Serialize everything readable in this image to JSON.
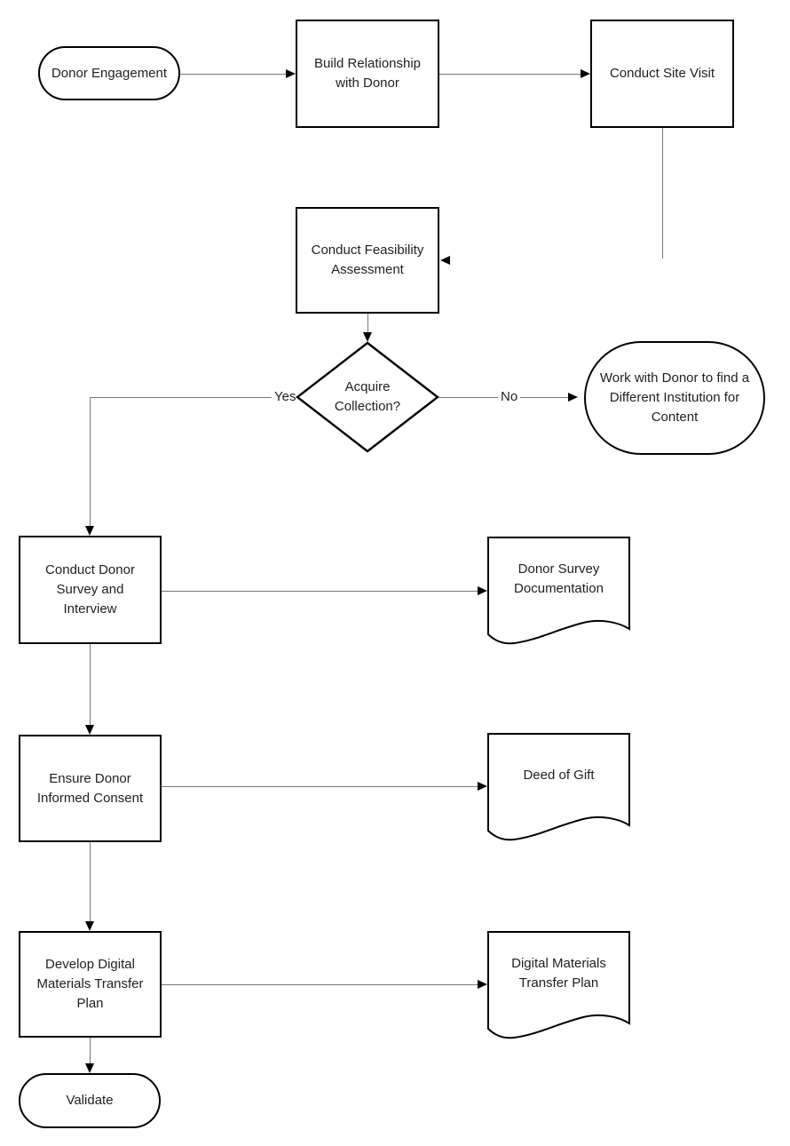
{
  "flowchart": {
    "nodes": {
      "donor_engagement": "Donor Engagement",
      "build_relationship": "Build Relationship with Donor",
      "conduct_site_visit": "Conduct Site Visit",
      "feasibility_assessment": "Conduct Feasibility Assessment",
      "acquire_collection": "Acquire Collection?",
      "work_with_donor": "Work with Donor to find a Different Institution for Content",
      "conduct_survey": "Conduct Donor Survey and Interview",
      "donor_survey_doc": "Donor Survey Documentation",
      "ensure_consent": "Ensure Donor Informed Consent",
      "deed_of_gift": "Deed of Gift",
      "develop_plan": "Develop Digital Materials Transfer Plan",
      "transfer_plan_doc": "Digital Materials Transfer Plan",
      "validate": "Validate"
    },
    "edge_labels": {
      "yes": "Yes",
      "no": "No"
    },
    "colors": {
      "shape_border": "#000000",
      "connector_line": "#787878",
      "arrowhead": "#000000",
      "background": "#ffffff",
      "text": "#1f1f1f"
    }
  }
}
